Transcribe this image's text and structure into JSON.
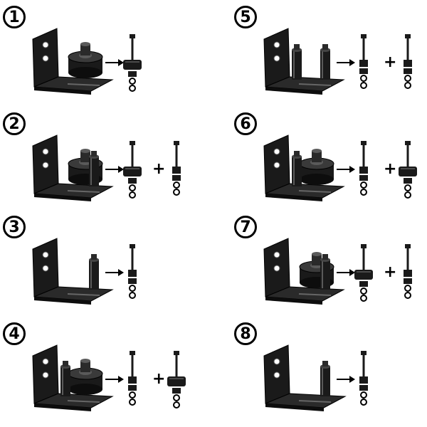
{
  "panels": [
    {
      "number": "1",
      "bracket": "wide",
      "roller": "wide",
      "pins": [],
      "kits": [
        "wheel"
      ]
    },
    {
      "number": "2",
      "bracket": "wide",
      "roller": "wide",
      "pins": [
        "right"
      ],
      "kits": [
        "wheel",
        "spacer"
      ]
    },
    {
      "number": "3",
      "bracket": "wide",
      "roller": "none",
      "pins": [
        "right"
      ],
      "kits": [
        "spacer"
      ]
    },
    {
      "number": "4",
      "bracket": "wide",
      "roller": "wide",
      "pins": [
        "left"
      ],
      "kits": [
        "spacer",
        "wheel"
      ]
    },
    {
      "number": "5",
      "bracket": "wide",
      "roller": "none",
      "pins": [
        "left",
        "right"
      ],
      "kits": [
        "spacer",
        "spacer"
      ]
    },
    {
      "number": "6",
      "bracket": "wide",
      "roller": "wide",
      "pins": [
        "left"
      ],
      "kits": [
        "spacer",
        "wheel"
      ]
    },
    {
      "number": "7",
      "bracket": "wide",
      "roller": "wide",
      "pins": [
        "right"
      ],
      "kits": [
        "wheel",
        "spacer"
      ]
    },
    {
      "number": "8",
      "bracket": "narrow",
      "roller": "none",
      "pins": [
        "right"
      ],
      "kits": [
        "spacer"
      ]
    }
  ],
  "plus_symbol": "+",
  "colors": {
    "ink": "#000000",
    "metal": "#1a1a1a",
    "highlight": "#5a5a5a",
    "background": "#ffffff"
  }
}
